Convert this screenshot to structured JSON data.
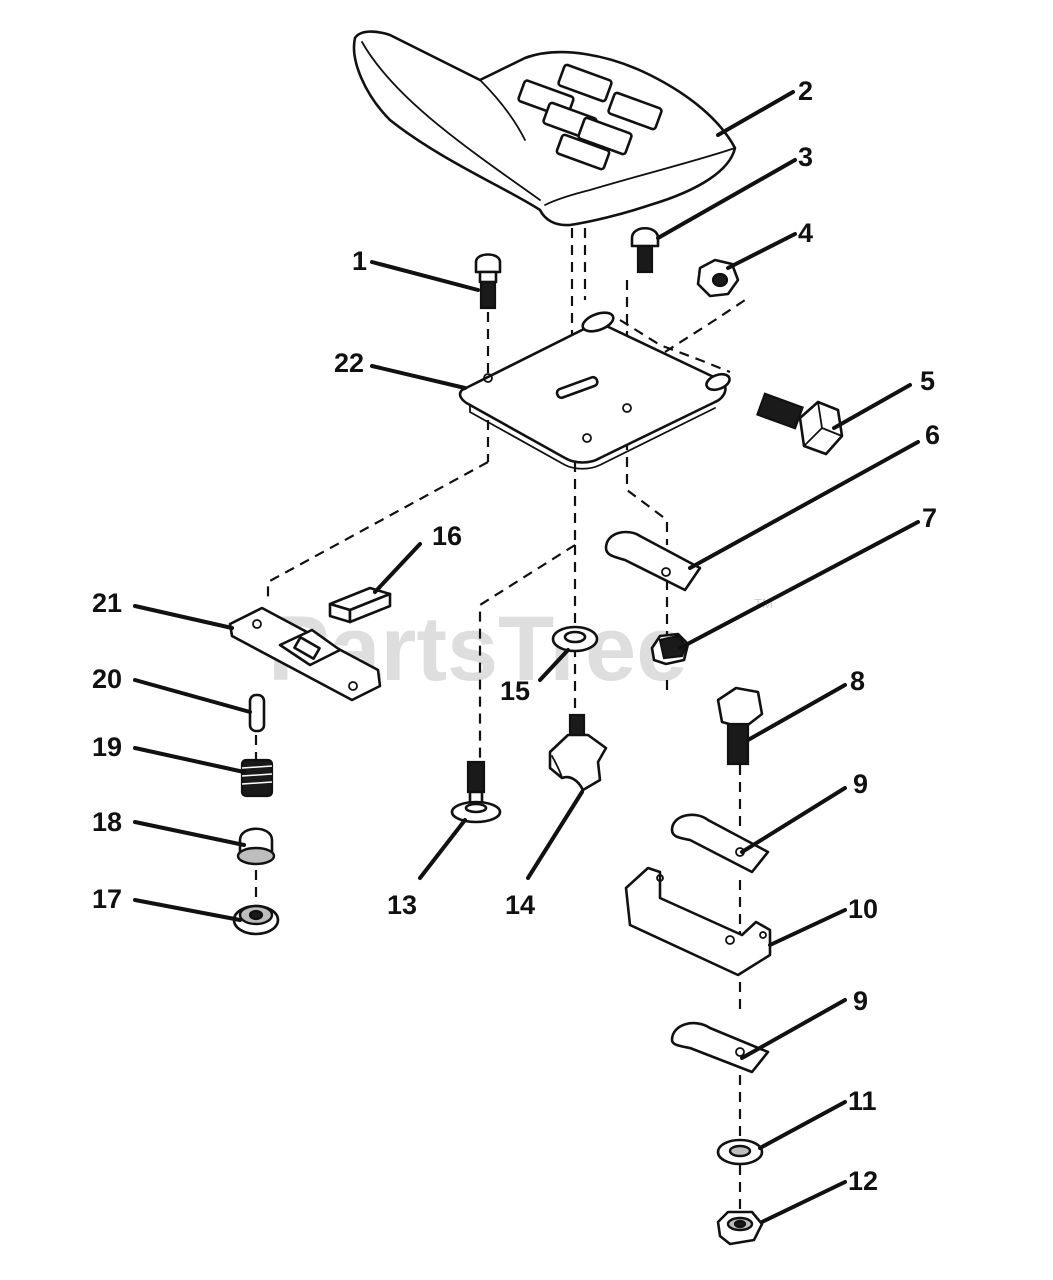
{
  "watermark": {
    "text": "PartsTree",
    "trademark": "TM"
  },
  "callouts": {
    "c1": "1",
    "c2": "2",
    "c3": "3",
    "c4": "4",
    "c5": "5",
    "c6": "6",
    "c7": "7",
    "c8": "8",
    "c9a": "9",
    "c9b": "9",
    "c10": "10",
    "c11": "11",
    "c12": "12",
    "c13": "13",
    "c14": "14",
    "c15": "15",
    "c16": "16",
    "c17": "17",
    "c18": "18",
    "c19": "19",
    "c20": "20",
    "c21": "21",
    "c22": "22"
  }
}
